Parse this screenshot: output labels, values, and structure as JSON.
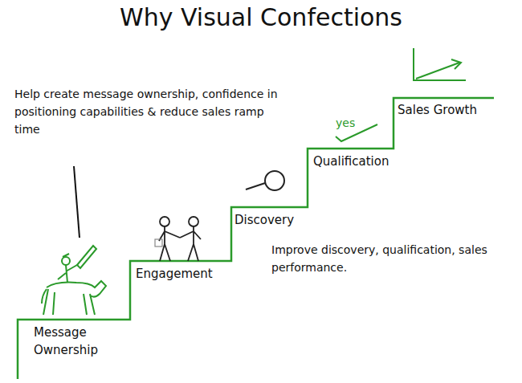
{
  "diagram": {
    "title": "Why Visual Confections",
    "labels": [
      "Help create message ownership, confidence in positioning capabilities & reduce sales ramp time",
      "Sales Growth",
      "yes",
      "Qualification",
      "Discovery",
      "Improve discovery, qualification, sales performance.",
      "Engagement",
      "Message Ownership"
    ]
  }
}
